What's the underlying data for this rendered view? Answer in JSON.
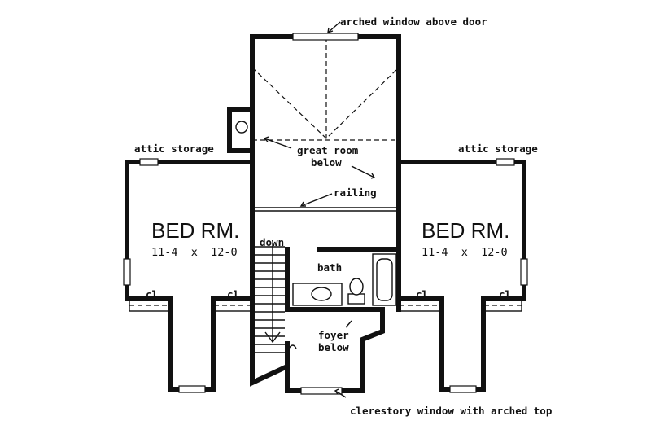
{
  "labels": {
    "arched_window": "arched window above door",
    "attic_storage_left": "attic storage",
    "attic_storage_right": "attic storage",
    "great_room_line1": "great room",
    "great_room_line2": "below",
    "railing": "railing",
    "down": "down",
    "bath": "bath",
    "foyer_line1": "foyer",
    "foyer_line2": "below",
    "clerestory": "clerestory window with arched top",
    "closet": "cl"
  },
  "rooms": {
    "left": {
      "name": "BED RM.",
      "size": "11-4  x  12-0"
    },
    "right": {
      "name": "BED RM.",
      "size": "11-4  x  12-0"
    }
  }
}
